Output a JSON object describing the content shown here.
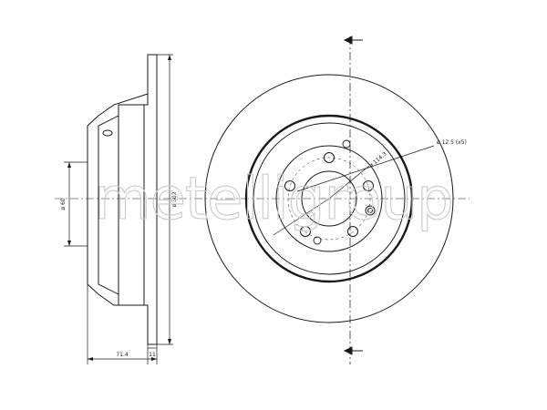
{
  "drawing": {
    "watermark": "metelligroup",
    "labels": {
      "center_bore": "ø 60",
      "outer_diameter": "ø 302",
      "total_height": "71.4",
      "thickness": "11",
      "bolt_hole": "ø 12.5 (x5)",
      "pitch_circle": "ø 114.3"
    }
  },
  "colors": {
    "line": "#1a1a1a",
    "watermark": "#c9c9c9",
    "background": "#ffffff"
  }
}
